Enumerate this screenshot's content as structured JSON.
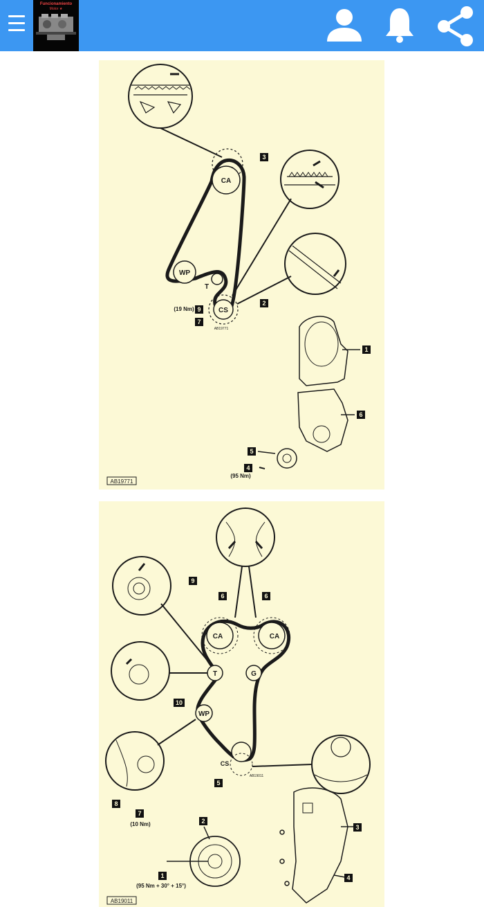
{
  "app": {
    "logo_line1": "Funcionamiento",
    "logo_line2": "Motor ★",
    "icons": [
      "menu-icon",
      "user-icon",
      "bell-icon",
      "share-icon"
    ]
  },
  "colors": {
    "appbar": "#3c97f2",
    "diagram_bg": "#fcf9d6",
    "ink": "#1a1a1a"
  },
  "diagram1": {
    "code": "AB19771",
    "small_code": "AB19771",
    "pulleys": {
      "camshaft": "CA",
      "water_pump": "WP",
      "tensioner": "T",
      "crankshaft": "CS"
    },
    "callouts": [
      "1",
      "2",
      "3",
      "4",
      "5",
      "6",
      "7",
      "9"
    ],
    "torque_tensioner": "(19 Nm)",
    "torque_bolt": "(95 Nm)"
  },
  "diagram2": {
    "code": "AB19011",
    "small_code": "AB19011",
    "pulleys": {
      "camshaft": "CA",
      "tensioner": "T",
      "guide": "G",
      "water_pump": "WP",
      "crankshaft": "CS"
    },
    "callouts": [
      "1",
      "2",
      "3",
      "4",
      "5",
      "6",
      "7",
      "8",
      "9",
      "10"
    ],
    "torque_tensioner": "(10 Nm)",
    "torque_crank": "(95 Nm + 30° + 15°)"
  }
}
